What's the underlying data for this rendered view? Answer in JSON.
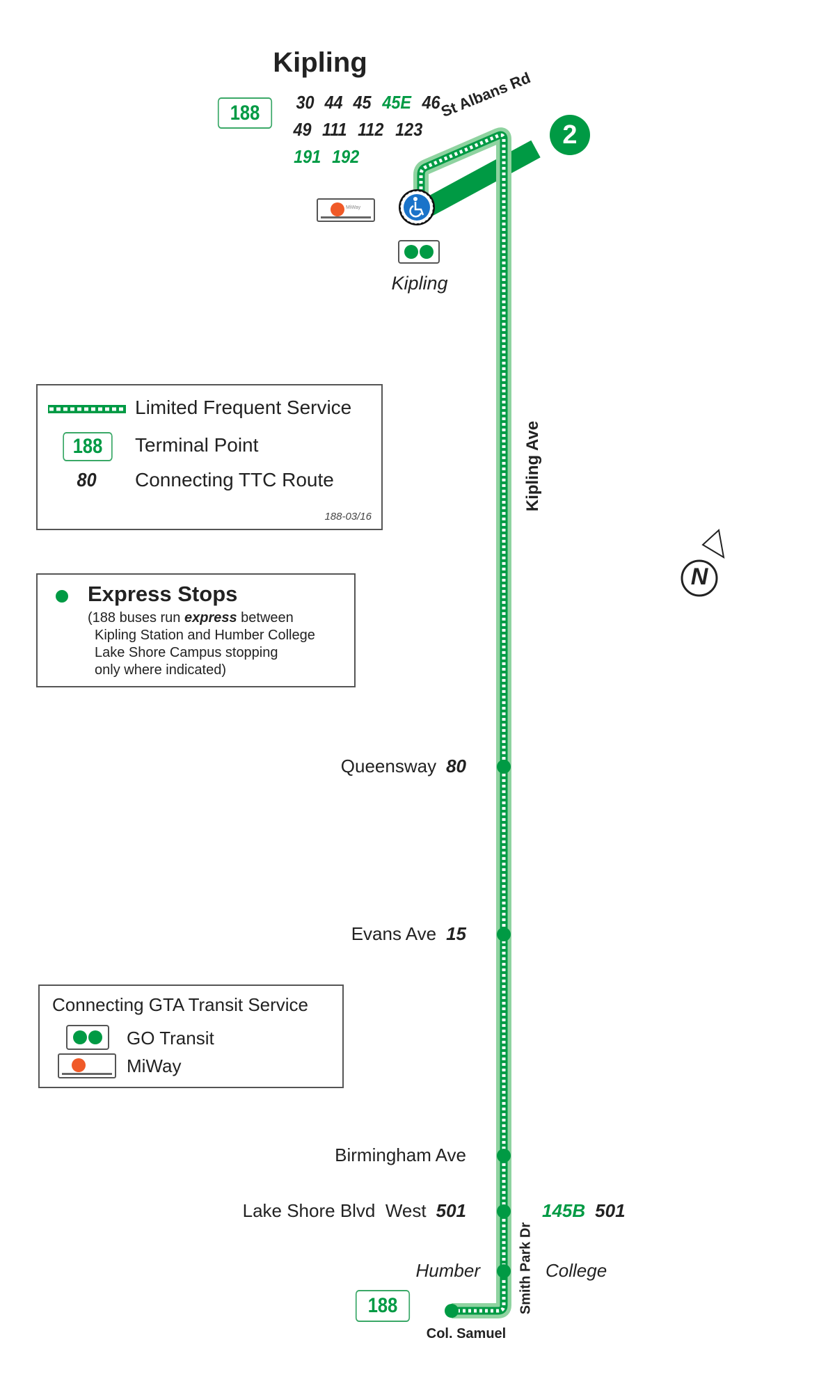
{
  "terminal_north": {
    "station": "Kipling",
    "route_box": "188",
    "connecting_routes": [
      [
        {
          "n": "30",
          "g": false
        },
        {
          "n": "44",
          "g": false
        },
        {
          "n": "45",
          "g": false
        },
        {
          "n": "45E",
          "g": true
        },
        {
          "n": "46",
          "g": false
        }
      ],
      [
        {
          "n": "49",
          "g": false
        },
        {
          "n": "111",
          "g": false
        },
        {
          "n": "112",
          "g": false
        },
        {
          "n": "123",
          "g": false
        }
      ],
      [
        {
          "n": "191",
          "g": true
        },
        {
          "n": "192",
          "g": true
        }
      ]
    ],
    "subway_line": "2",
    "station_label": "Kipling",
    "miway_logo": "MiWay",
    "go_logo": "GO"
  },
  "streets": {
    "st_albans": "St Albans Rd",
    "kipling_ave": "Kipling Ave",
    "smith_park": "Smith Park Dr"
  },
  "stops": [
    {
      "name": "Queensway",
      "route": "80"
    },
    {
      "name": "Evans Ave",
      "route": "15"
    },
    {
      "name": "Birmingham Ave",
      "route": ""
    },
    {
      "name": "Lake Shore Blvd  West",
      "route": "501"
    }
  ],
  "lake_shore_right": {
    "green": "145B",
    "black": "501"
  },
  "humber": {
    "left": "Humber",
    "right": "College"
  },
  "terminal_south": {
    "route_box": "188",
    "label": "Col. Samuel"
  },
  "legend": {
    "limited_frequent": "Limited Frequent Service",
    "terminal_box": "188",
    "terminal_point": "Terminal Point",
    "ttc_route_sample": "80",
    "connecting_ttc": "Connecting TTC Route",
    "code": "188-03/16"
  },
  "express": {
    "title": "Express Stops",
    "line1_pre": "(188 buses run ",
    "line1_em": "express",
    "line1_post": " between",
    "line2": "Kipling Station and Humber College",
    "line3": "Lake Shore Campus stopping",
    "line4": "only where indicated)"
  },
  "gta": {
    "title": "Connecting GTA Transit Service",
    "go": "GO Transit",
    "miway": "MiWay"
  },
  "north": "N",
  "colors": {
    "green": "#009a44",
    "halo": "#8fd3a0"
  }
}
